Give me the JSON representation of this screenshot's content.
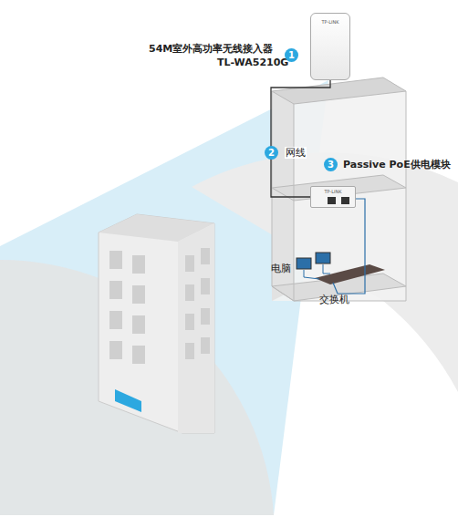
{
  "diagram": {
    "nodes": [
      {
        "text": [
          "TP-LINK"
        ]
      },
      {
        "text": [
          "TP-LINK"
        ]
      }
    ],
    "edges": [
      {
        "from": 0,
        "to": 1,
        "arrow": "none"
      }
    ],
    "labels": [
      "54M室外高功率无线接入器",
      "TL-WA5210G",
      "1",
      "2",
      "网线",
      "3",
      "Passive PoE供电模块",
      "电脑",
      "交换机"
    ]
  }
}
